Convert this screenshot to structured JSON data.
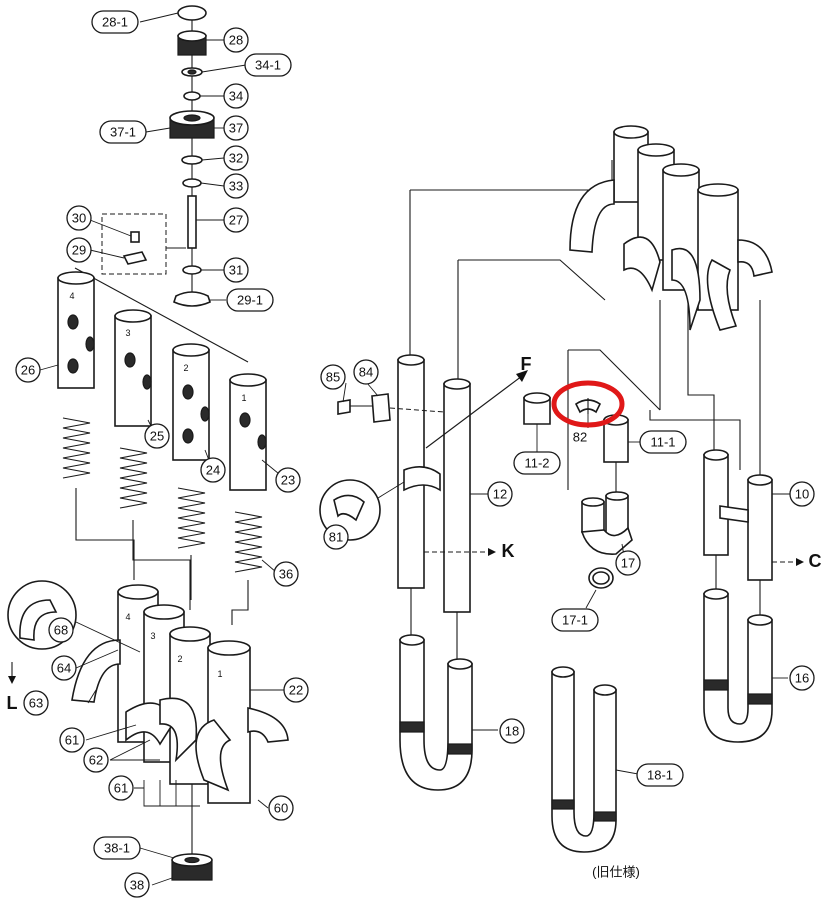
{
  "diagram": {
    "callouts": {
      "p28_1": "28-1",
      "p28": "28",
      "p34_1": "34-1",
      "p34": "34",
      "p37_1": "37-1",
      "p37": "37",
      "p32": "32",
      "p33": "33",
      "p27": "27",
      "p30": "30",
      "p29": "29",
      "p31": "31",
      "p29_1": "29-1",
      "p26": "26",
      "p25": "25",
      "p24": "24",
      "p23": "23",
      "p36": "36",
      "p68": "68",
      "p64": "64",
      "p63": "63",
      "p22": "22",
      "p61a": "61",
      "p62": "62",
      "p61b": "61",
      "p60": "60",
      "p38_1": "38-1",
      "p38": "38",
      "p85": "85",
      "p84": "84",
      "p81": "81",
      "p12": "12",
      "p18": "18",
      "p11_2": "11-2",
      "p82": "82",
      "p11_1": "11-1",
      "p17": "17",
      "p17_1": "17-1",
      "p18_1": "18-1",
      "p10": "10",
      "p16": "16"
    },
    "tube_numbers": {
      "t1": "1",
      "t2": "2",
      "t3": "3",
      "t4": "4"
    },
    "direction_letters": {
      "F": "F",
      "K": "K",
      "C": "C",
      "L": "L"
    },
    "caption_old_spec": "(旧仕様)",
    "highlight": {
      "target": "82",
      "color": "#e01818"
    }
  }
}
